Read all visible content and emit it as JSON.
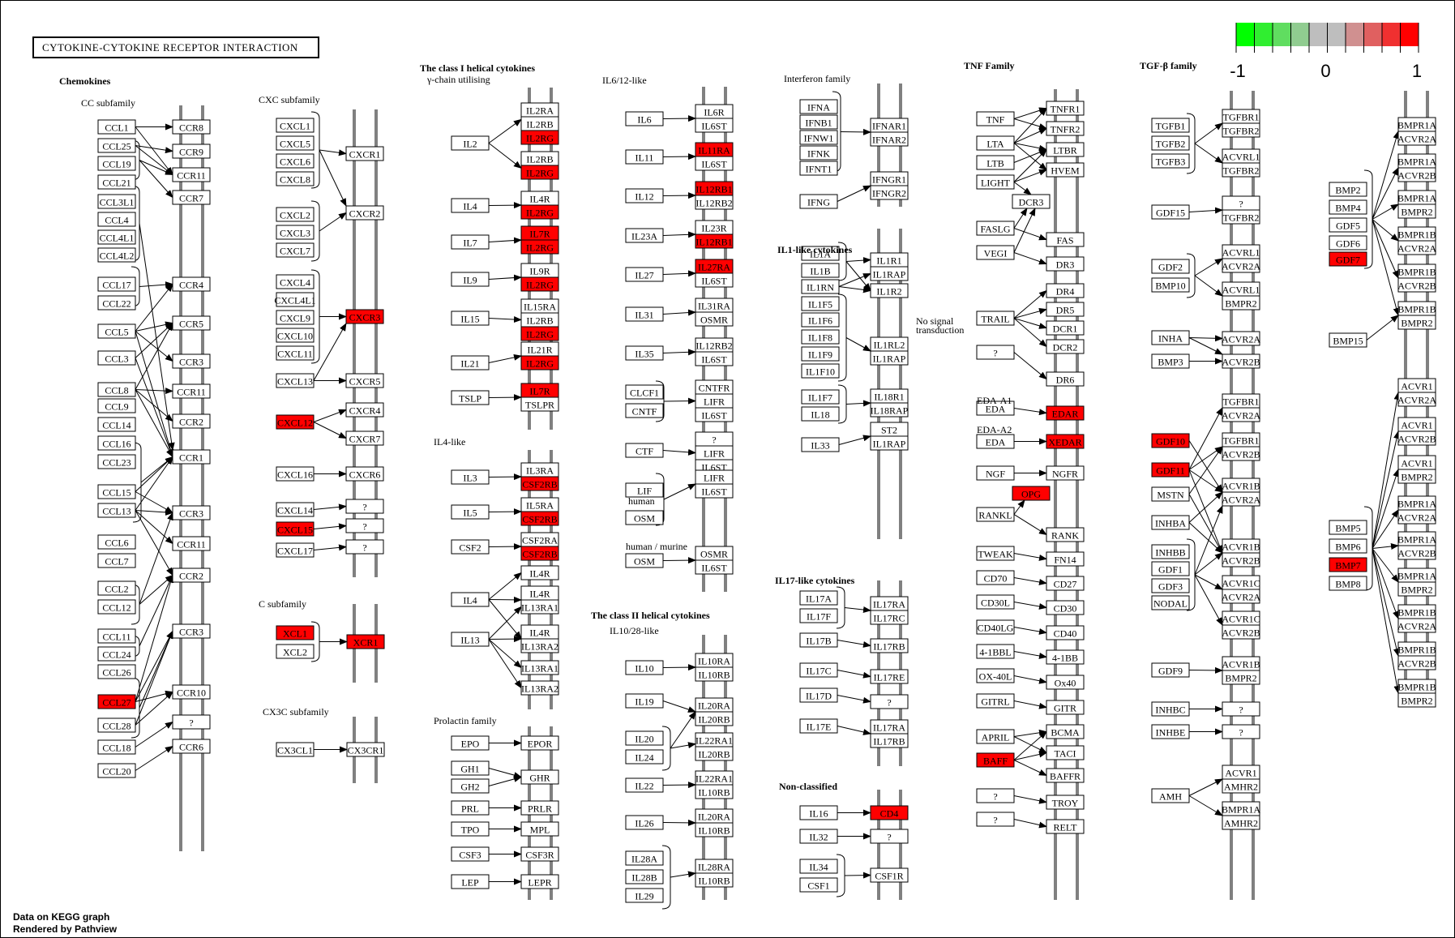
{
  "title": "CYTOKINE-CYTOKINE RECEPTOR INTERACTION",
  "footer": [
    "Data on KEGG graph",
    "Rendered by Pathview"
  ],
  "legend": {
    "colors": [
      "#00ff00",
      "#30ee30",
      "#60dd60",
      "#90cc90",
      "#bebebe",
      "#bebebe",
      "#d09090",
      "#e06060",
      "#f03030",
      "#ff0000"
    ],
    "ticks": [
      "-1",
      "0",
      "1"
    ],
    "range": [
      -1,
      1
    ]
  },
  "highlight_color": "#ff0000",
  "labels": {
    "chemokines": "Chemokines",
    "cc": "CC subfamily",
    "cxc": "CXC subfamily",
    "c": "C subfamily",
    "cx3c": "CX3C subfamily",
    "class1": "The class I helical cytokines",
    "gamma": "γ-chain utilising",
    "il4like": "IL4-like",
    "prolactin": "Prolactin family",
    "il612": "IL6/12-like",
    "class2": "The class II helical cytokines",
    "il1028": "IL10/28-like",
    "ifn": "Interferon family",
    "il1like": "IL1-like cytokines",
    "nosignal1": "No signal",
    "nosignal2": "transduction",
    "il17like": "IL17-like cytokines",
    "nonclass": "Non-classified",
    "tnf": "TNF Family",
    "tgfb": "TGF-β family",
    "human": "human",
    "humanmurine": "human / murine",
    "edaa1": "EDA-A1",
    "edaa2": "EDA-A2"
  },
  "highlighted_genes": [
    "CCL27",
    "CXCL12",
    "CXCL15",
    "XCL1",
    "XCR1",
    "CXCR3",
    "IL2RG",
    "IL7R",
    "CSF2RB",
    "IL11RA",
    "IL12RB1",
    "IL27RA",
    "CD4",
    "EDAR",
    "XEDAR",
    "OPG",
    "BAFF",
    "GDF10",
    "GDF11",
    "GDF7",
    "BMP7"
  ],
  "nodes": {
    "cc_lig": [
      "CCL1",
      "CCL25",
      "CCL19",
      "CCL21",
      "CCL3L1",
      "CCL4",
      "CCL4L1",
      "CCL4L2",
      "CCL17",
      "CCL22",
      "CCL5",
      "CCL3",
      "CCL8",
      "CCL9",
      "CCL14",
      "CCL16",
      "CCL23",
      "CCL15",
      "CCL13",
      "CCL6",
      "CCL7",
      "CCL2",
      "CCL12",
      "CCL11",
      "CCL24",
      "CCL26",
      "CCL27",
      "CCL28",
      "CCL18",
      "CCL20"
    ],
    "cc_rec": [
      "CCR8",
      "CCR9",
      "CCR11",
      "CCR7",
      "CCR4",
      "CCR5",
      "CCR3",
      "CCR11",
      "CCR2",
      "CCR1",
      "CCR3",
      "CCR11",
      "CCR2",
      "CCR3",
      "CCR10",
      "?",
      "CCR6"
    ],
    "cxc_lig": [
      "CXCL1",
      "CXCL5",
      "CXCL6",
      "CXCL8",
      "CXCL2",
      "CXCL3",
      "CXCL7",
      "CXCL4",
      "CXCL4L1",
      "CXCL9",
      "CXCL10",
      "CXCL11",
      "CXCL13",
      "CXCL12",
      "CXCL16",
      "CXCL14",
      "CXCL15",
      "CXCL17"
    ],
    "cxc_rec": [
      "CXCR1",
      "CXCR2",
      "CXCR3",
      "CXCR5",
      "CXCR4",
      "CXCR7",
      "CXCR6",
      "?",
      "?",
      "?"
    ],
    "c_lig": [
      "XCL1",
      "XCL2"
    ],
    "c_rec": [
      "XCR1"
    ],
    "cx3c_lig": [
      "CX3CL1"
    ],
    "cx3c_rec": [
      "CX3CR1"
    ],
    "gc_lig": [
      "IL2",
      "IL4",
      "IL7",
      "IL9",
      "IL15",
      "IL21",
      "TSLP"
    ],
    "gc_rec": [
      [
        "IL2RA",
        "IL2RB",
        "IL2RG"
      ],
      [
        "IL2RB",
        "IL2RG"
      ],
      [
        "IL4R",
        "IL2RG"
      ],
      [
        "IL7R",
        "IL2RG"
      ],
      [
        "IL9R",
        "IL2RG"
      ],
      [
        "IL15RA",
        "IL2RB",
        "IL2RG"
      ],
      [
        "IL21R",
        "IL2RG"
      ],
      [
        "IL7R",
        "TSLPR"
      ]
    ],
    "il4_lig": [
      "IL3",
      "IL5",
      "CSF2",
      "IL4",
      "IL13"
    ],
    "il4_rec": [
      [
        "IL3RA",
        "CSF2RB"
      ],
      [
        "IL5RA",
        "CSF2RB"
      ],
      [
        "CSF2RA",
        "CSF2RB"
      ],
      [
        "IL4R"
      ],
      [
        "IL4R",
        "IL13RA1"
      ],
      [
        "IL4R",
        "IL13RA2"
      ],
      [
        "IL13RA1"
      ],
      [
        "IL13RA2"
      ]
    ],
    "prl_lig": [
      "EPO",
      "GH1",
      "GH2",
      "PRL",
      "TPO",
      "CSF3",
      "LEP"
    ],
    "prl_rec": [
      "EPOR",
      "GHR",
      "PRLR",
      "MPL",
      "CSF3R",
      "LEPR"
    ],
    "il6_lig": [
      "IL6",
      "IL11",
      "IL12",
      "IL23A",
      "IL27",
      "IL31",
      "IL35",
      "CLCF1",
      "CNTF",
      "CTF",
      "LIF",
      "OSM",
      "OSM"
    ],
    "il6_rec": [
      [
        "IL6R",
        "IL6ST"
      ],
      [
        "IL11RA",
        "IL6ST"
      ],
      [
        "IL12RB1",
        "IL12RB2"
      ],
      [
        "IL23R",
        "IL12RB1"
      ],
      [
        "IL27RA",
        "IL6ST"
      ],
      [
        "IL31RA",
        "OSMR"
      ],
      [
        "IL12RB2",
        "IL6ST"
      ],
      [
        "CNTFR",
        "LIFR",
        "IL6ST"
      ],
      [
        "?",
        "LIFR",
        "IL6ST"
      ],
      [
        "LIFR",
        "IL6ST"
      ],
      [
        "OSMR",
        "IL6ST"
      ]
    ],
    "il10_lig": [
      "IL10",
      "IL19",
      "IL20",
      "IL24",
      "IL22",
      "IL26",
      "IL28A",
      "IL28B",
      "IL29"
    ],
    "il10_rec": [
      [
        "IL10RA",
        "IL10RB"
      ],
      [
        "IL20RA",
        "IL20RB"
      ],
      [
        "IL22RA1",
        "IL20RB"
      ],
      [
        "IL22RA1",
        "IL10RB"
      ],
      [
        "IL20RA",
        "IL10RB"
      ],
      [
        "IL28RA",
        "IL10RB"
      ]
    ],
    "ifn_lig": [
      "IFNA",
      "IFNB1",
      "IFNW1",
      "IFNK",
      "IFNT1",
      "IFNG"
    ],
    "ifn_rec": [
      [
        "IFNAR1",
        "IFNAR2"
      ],
      [
        "IFNGR1",
        "IFNGR2"
      ]
    ],
    "il1_lig": [
      "IL1A",
      "IL1B",
      "IL1RN",
      "IL1F5",
      "IL1F6",
      "IL1F8",
      "IL1F9",
      "IL1F10",
      "IL1F7",
      "IL18",
      "IL33"
    ],
    "il1_rec": [
      [
        "IL1R1",
        "IL1RAP"
      ],
      [
        "IL1R2"
      ],
      [
        "IL1RL2",
        "IL1RAP"
      ],
      [
        "IL18R1",
        "IL18RAP"
      ],
      [
        "ST2",
        "IL1RAP"
      ]
    ],
    "il17_lig": [
      "IL17A",
      "IL17F",
      "IL17B",
      "IL17C",
      "IL17D",
      "IL17E"
    ],
    "il17_rec": [
      [
        "IL17RA",
        "IL17RC"
      ],
      [
        "IL17RB"
      ],
      [
        "IL17RE"
      ],
      [
        "?"
      ],
      [
        "IL17RA",
        "IL17RB"
      ]
    ],
    "nc_lig": [
      "IL16",
      "IL32",
      "IL34",
      "CSF1"
    ],
    "nc_rec": [
      "CD4",
      "?",
      "CSF1R"
    ],
    "tnf_lig": [
      "TNF",
      "LTA",
      "LTB",
      "LIGHT",
      "FASLG",
      "VEGI",
      "TRAIL",
      "?",
      "EDA",
      "EDA",
      "NGF",
      "RANKL",
      "TWEAK",
      "CD70",
      "CD30L",
      "CD40LG",
      "4-1BBL",
      "OX-40L",
      "GITRL",
      "APRIL",
      "BAFF",
      "?",
      "?"
    ],
    "tnf_mid": [
      "DCR3",
      "OPG"
    ],
    "tnf_rec": [
      "TNFR1",
      "TNFR2",
      "LTBR",
      "HVEM",
      "FAS",
      "DR3",
      "DR4",
      "DR5",
      "DCR1",
      "DCR2",
      "DR6",
      "EDAR",
      "XEDAR",
      "NGFR",
      "RANK",
      "FN14",
      "CD27",
      "CD30",
      "CD40",
      "4-1BB",
      "Ox40",
      "GITR",
      "BCMA",
      "TACI",
      "BAFFR",
      "TROY",
      "RELT"
    ],
    "tgf_lig": [
      "TGFB1",
      "TGFB2",
      "TGFB3",
      "GDF15",
      "GDF2",
      "BMP10",
      "INHA",
      "BMP3",
      "GDF10",
      "GDF11",
      "MSTN",
      "INHBA",
      "INHBB",
      "GDF1",
      "GDF3",
      "NODAL",
      "GDF9",
      "INHBC",
      "INHBE",
      "AMH"
    ],
    "tgf_rec": [
      [
        "TGFBR1",
        "TGFBR2"
      ],
      [
        "ACVRL1",
        "TGFBR2"
      ],
      [
        "?",
        "TGFBR2"
      ],
      [
        "ACVRL1",
        "ACVR2A"
      ],
      [
        "ACVRL1",
        "BMPR2"
      ],
      [
        "ACVR2A"
      ],
      [
        "ACVR2B"
      ],
      [
        "TGFBR1",
        "ACVR2A"
      ],
      [
        "TGFBR1",
        "ACVR2B"
      ],
      [
        "ACVR1B",
        "ACVR2A"
      ],
      [
        "ACVR1B",
        "ACVR2B"
      ],
      [
        "ACVR1C",
        "ACVR2A"
      ],
      [
        "ACVR1C",
        "ACVR2B"
      ],
      [
        "ACVR1B",
        "BMPR2"
      ],
      [
        "?"
      ],
      [
        "?"
      ],
      [
        "ACVR1",
        "AMHR2"
      ],
      [
        "BMPR1A",
        "AMHR2"
      ]
    ],
    "bmp_lig": [
      "BMP2",
      "BMP4",
      "GDF5",
      "GDF6",
      "GDF7",
      "BMP15",
      "BMP5",
      "BMP6",
      "BMP7",
      "BMP8"
    ],
    "bmp_rec": [
      [
        "BMPR1A",
        "ACVR2A"
      ],
      [
        "BMPR1A",
        "ACVR2B"
      ],
      [
        "BMPR1A",
        "BMPR2"
      ],
      [
        "BMPR1B",
        "ACVR2A"
      ],
      [
        "BMPR1B",
        "ACVR2B"
      ],
      [
        "BMPR1B",
        "BMPR2"
      ],
      [
        "ACVR1",
        "ACVR2A"
      ],
      [
        "ACVR1",
        "ACVR2B"
      ],
      [
        "ACVR1",
        "BMPR2"
      ],
      [
        "BMPR1A",
        "ACVR2A"
      ],
      [
        "BMPR1A",
        "ACVR2B"
      ],
      [
        "BMPR1A",
        "BMPR2"
      ],
      [
        "BMPR1B",
        "ACVR2A"
      ],
      [
        "BMPR1B",
        "ACVR2B"
      ],
      [
        "BMPR1B",
        "BMPR2"
      ]
    ]
  }
}
